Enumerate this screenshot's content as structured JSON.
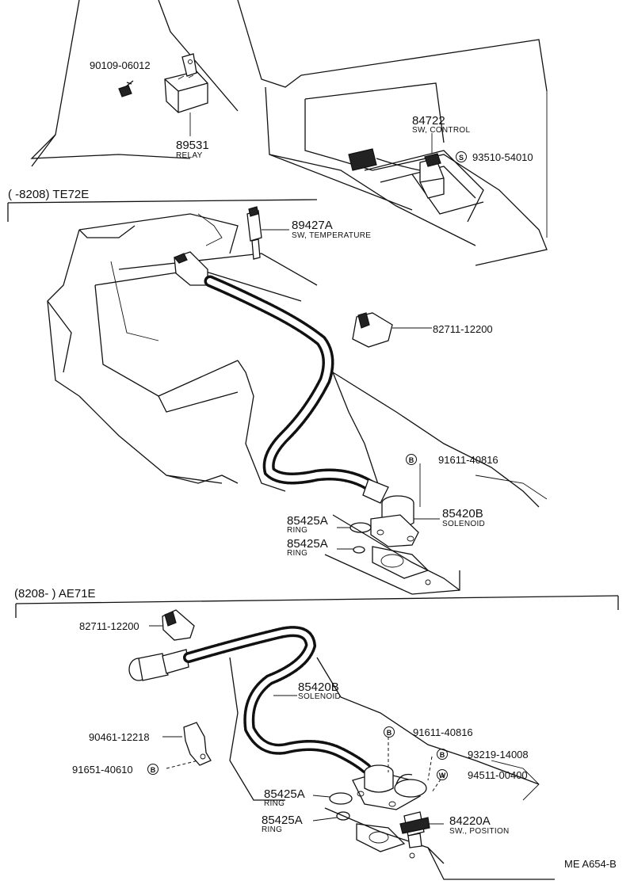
{
  "sections": {
    "upper": "(       -8208) TE72E",
    "lower": "(8208-       ) AE71E"
  },
  "callouts": {
    "screw_pn": "90109-06012",
    "relay_pn": "89531",
    "relay_desc": "RELAY",
    "control_pn": "84722",
    "control_desc": "SW, CONTROL",
    "control_screw_badge": "S",
    "control_screw_pn": "93510-54010",
    "temp_pn": "89427A",
    "temp_desc": "SW, TEMPERATURE",
    "clamp_upper_pn": "82711-12200",
    "bolt_upper_badge": "B",
    "bolt_upper_pn": "91611-40816",
    "solenoid_upper_pn": "85420B",
    "solenoid_upper_desc": "SOLENOID",
    "ring_upper_1_pn": "85425A",
    "ring_upper_1_desc": "RING",
    "ring_upper_2_pn": "85425A",
    "ring_upper_2_desc": "RING",
    "clamp_lower_pn": "82711-12200",
    "solenoid_lower_pn": "85420B",
    "solenoid_lower_desc": "SOLENOID",
    "bolt_lower_badge": "B",
    "bolt_lower_pn": "91611-40816",
    "clip_pn": "90461-12218",
    "clip_bolt_pn": "91651-40610",
    "clip_bolt_badge": "B",
    "bolt_lower2_badge": "B",
    "bolt_lower2_pn": "93219-14008",
    "washer_badge": "W",
    "washer_pn": "94511-00400",
    "ring_lower_1_pn": "85425A",
    "ring_lower_1_desc": "RING",
    "ring_lower_2_pn": "85425A",
    "ring_lower_2_desc": "RING",
    "position_pn": "84220A",
    "position_desc": "SW., POSITION"
  },
  "footer": {
    "code": "ME  A654-B"
  }
}
